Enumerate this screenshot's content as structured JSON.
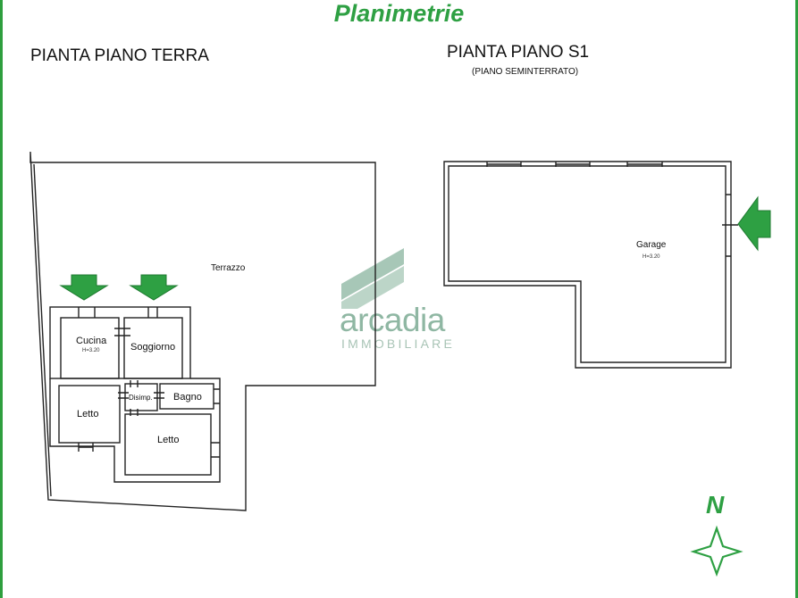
{
  "page": {
    "title": "Planimetrie",
    "accent_color": "#2ea043"
  },
  "ground_floor": {
    "heading": "PIANTA PIANO TERRA",
    "rooms": {
      "terrace": "Terrazzo",
      "kitchen": "Cucina",
      "kitchen_height": "H=3.20",
      "living": "Soggiorno",
      "hall": "Disimp.",
      "bath": "Bagno",
      "bedroom_1": "Letto",
      "bedroom_2": "Letto"
    },
    "entrance_arrows": 2
  },
  "basement_floor": {
    "heading": "PIANTA PIANO S1",
    "subheading": "(PIANO SEMINTERRATO)",
    "rooms": {
      "garage": "Garage",
      "garage_height": "H=3.20"
    }
  },
  "watermark": {
    "brand": "arcadia",
    "tagline": "IMMOBILIARE",
    "color": "#8fb7a3"
  },
  "compass": {
    "letter": "N",
    "icon": "north-star-icon"
  }
}
